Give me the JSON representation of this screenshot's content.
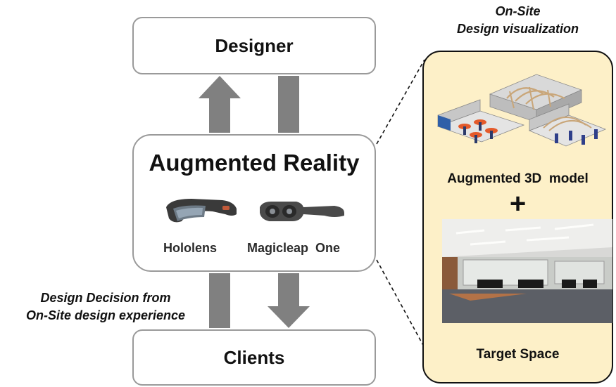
{
  "nodes": {
    "designer": "Designer",
    "augmented_reality": "Augmented Reality",
    "clients": "Clients"
  },
  "devices": {
    "hololens": "Hololens",
    "magicleap": "Magicleap  One"
  },
  "captions": {
    "decision_line1": "Design Decision from",
    "decision_line2": "On-Site design experience",
    "panel_title_line1": "On-Site",
    "panel_title_line2": "Design visualization"
  },
  "panel": {
    "model_label": "Augmented 3D  model",
    "plus": "+",
    "target_label": "Target Space"
  },
  "icons": {
    "arrow_color": "#808080",
    "panel_bg": "#fdf0c8"
  }
}
